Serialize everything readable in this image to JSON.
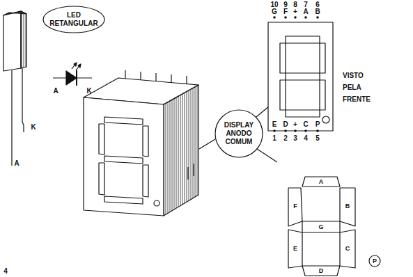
{
  "diagram": {
    "nodes": [
      {
        "text": [
          "LED RETANGULAR"
        ]
      },
      {
        "text": [
          "DISPLAY ANODO COMUM"
        ]
      }
    ],
    "labels": [
      "A",
      "K",
      "A",
      "K",
      "10",
      "9",
      "8",
      "7",
      "6",
      "G",
      "F",
      "+",
      "A",
      "B",
      "E",
      "D",
      "+",
      "C",
      "P",
      "1",
      "2",
      "3",
      "4",
      "5",
      "VISTO PELA FRENTE",
      "A",
      "F",
      "B",
      "G",
      "E",
      "C",
      "D",
      "P",
      "4"
    ]
  }
}
